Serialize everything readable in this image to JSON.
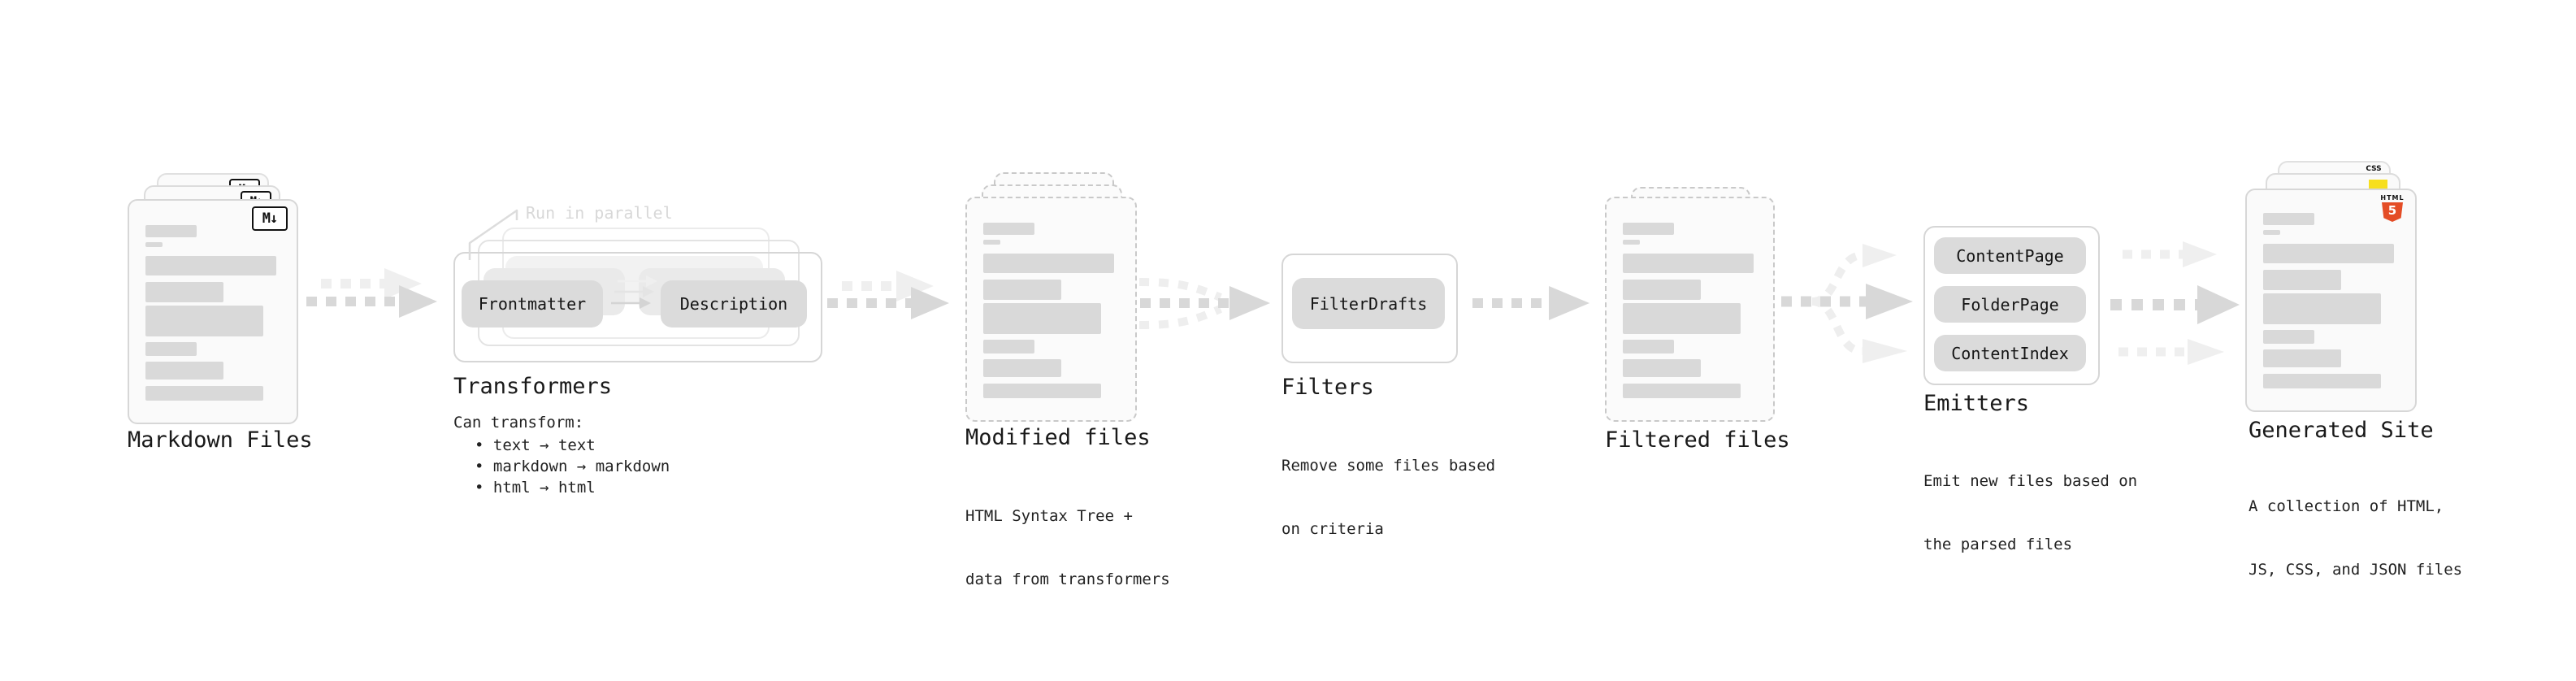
{
  "sections": {
    "markdown_files": {
      "label": "Markdown Files",
      "badge": "M↓"
    },
    "transformers": {
      "note": "Run in parallel",
      "pills": [
        "Frontmatter",
        "Description"
      ],
      "heading": "Transformers",
      "subheading": "Can transform:",
      "bullets": [
        "• text → text",
        "• markdown → markdown",
        "• html → html"
      ]
    },
    "modified_files": {
      "heading": "Modified files",
      "desc": [
        "HTML Syntax Tree +",
        "data from transformers"
      ]
    },
    "filters": {
      "pill": "FilterDrafts",
      "heading": "Filters",
      "desc": [
        "Remove some files based",
        "on criteria"
      ]
    },
    "filtered_files": {
      "heading": "Filtered files"
    },
    "emitters": {
      "pills": [
        "ContentPage",
        "FolderPage",
        "ContentIndex"
      ],
      "heading": "Emitters",
      "desc": [
        "Emit new files based on",
        "the parsed files"
      ]
    },
    "generated_site": {
      "heading": "Generated Site",
      "desc": [
        "A collection of HTML,",
        "JS, CSS, and JSON files"
      ],
      "badges": {
        "html5_label": "HTML",
        "html5_number": "5",
        "css_label": "CSS"
      }
    }
  },
  "colors": {
    "html5_orange": "#e44d26",
    "js_yellow": "#f7df1e",
    "css_blue": "#2965f1",
    "bar_gray": "#d9d9d9",
    "arrow_dark": "#d8d8d8",
    "arrow_light": "#eeeeee"
  }
}
